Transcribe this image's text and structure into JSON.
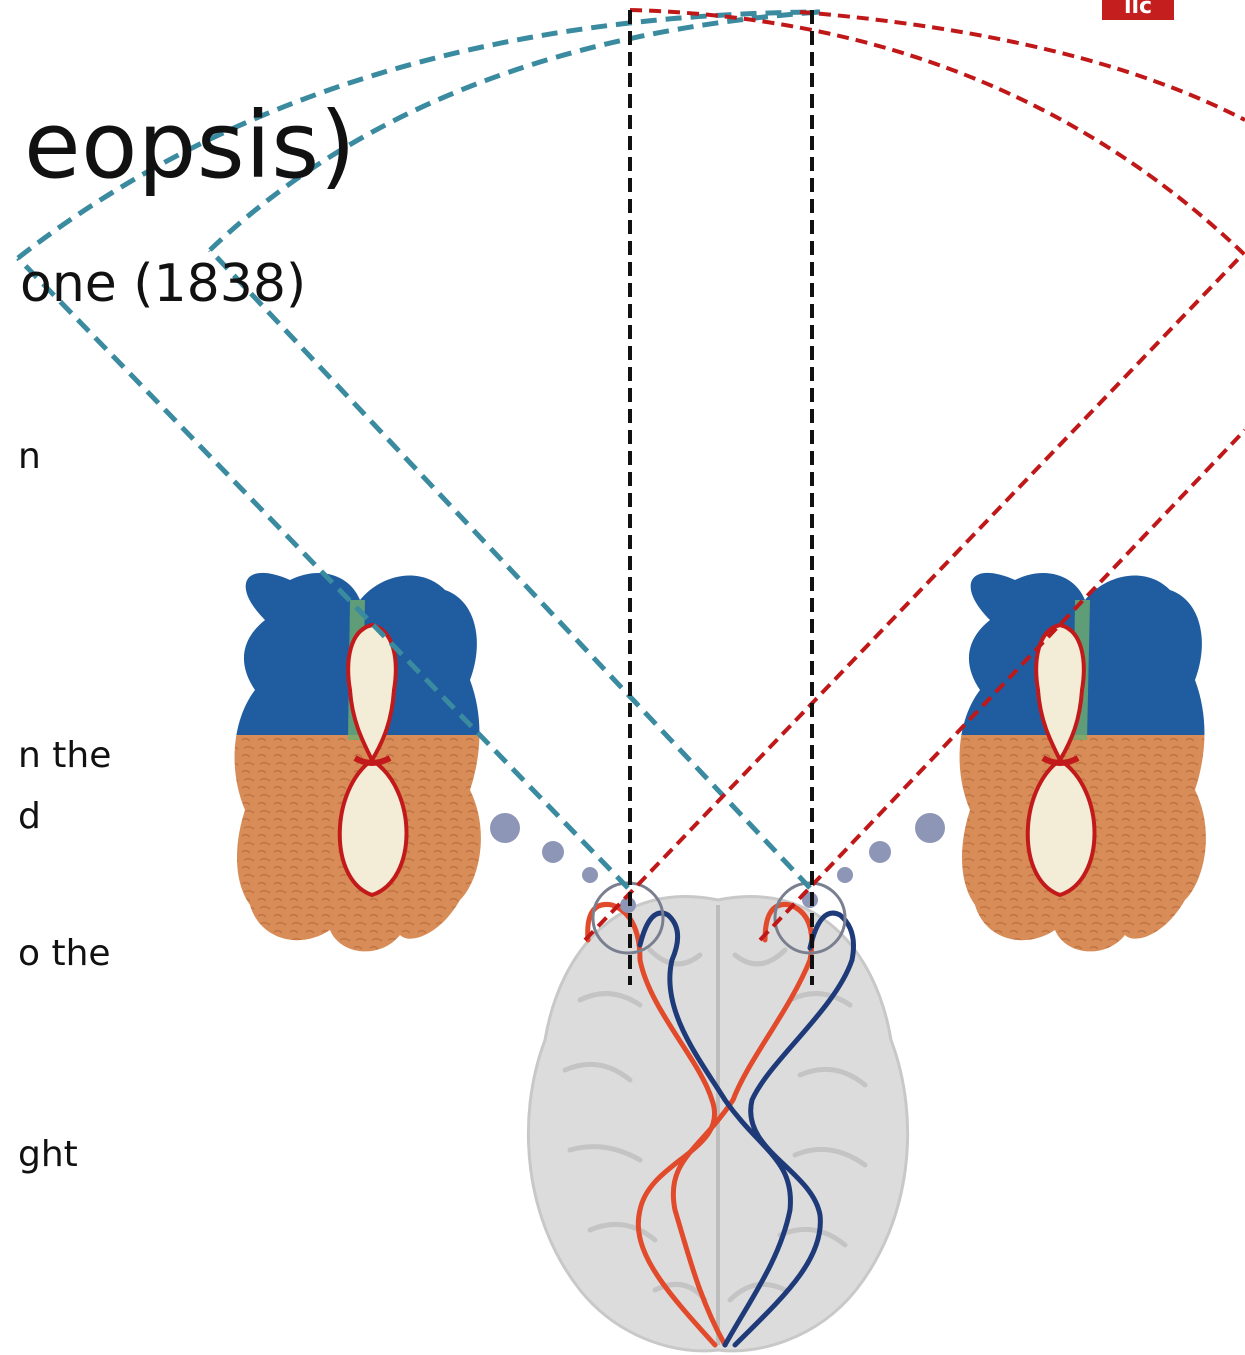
{
  "slide": {
    "title": "eopsis)",
    "subtitle": "one (1838)",
    "text_fragments": [
      "n",
      "n the",
      "d",
      "o the",
      "ght"
    ],
    "logo_text": "llc"
  },
  "colors": {
    "left_eye_view": "#3a8aa0",
    "right_eye_view": "#c01818",
    "center_lines": "#111111",
    "brain": "#d9d9d9",
    "optic_red": "#e14a2a",
    "optic_blue": "#1e3a78",
    "retina_blue": "#1f5da0",
    "retina_tan": "#d88c57"
  },
  "diagram": {
    "view_cones": [
      "left-eye-field",
      "right-eye-field"
    ],
    "retinal_images": [
      "left-retinal-image",
      "right-retinal-image"
    ],
    "object": "bowling-pin"
  }
}
